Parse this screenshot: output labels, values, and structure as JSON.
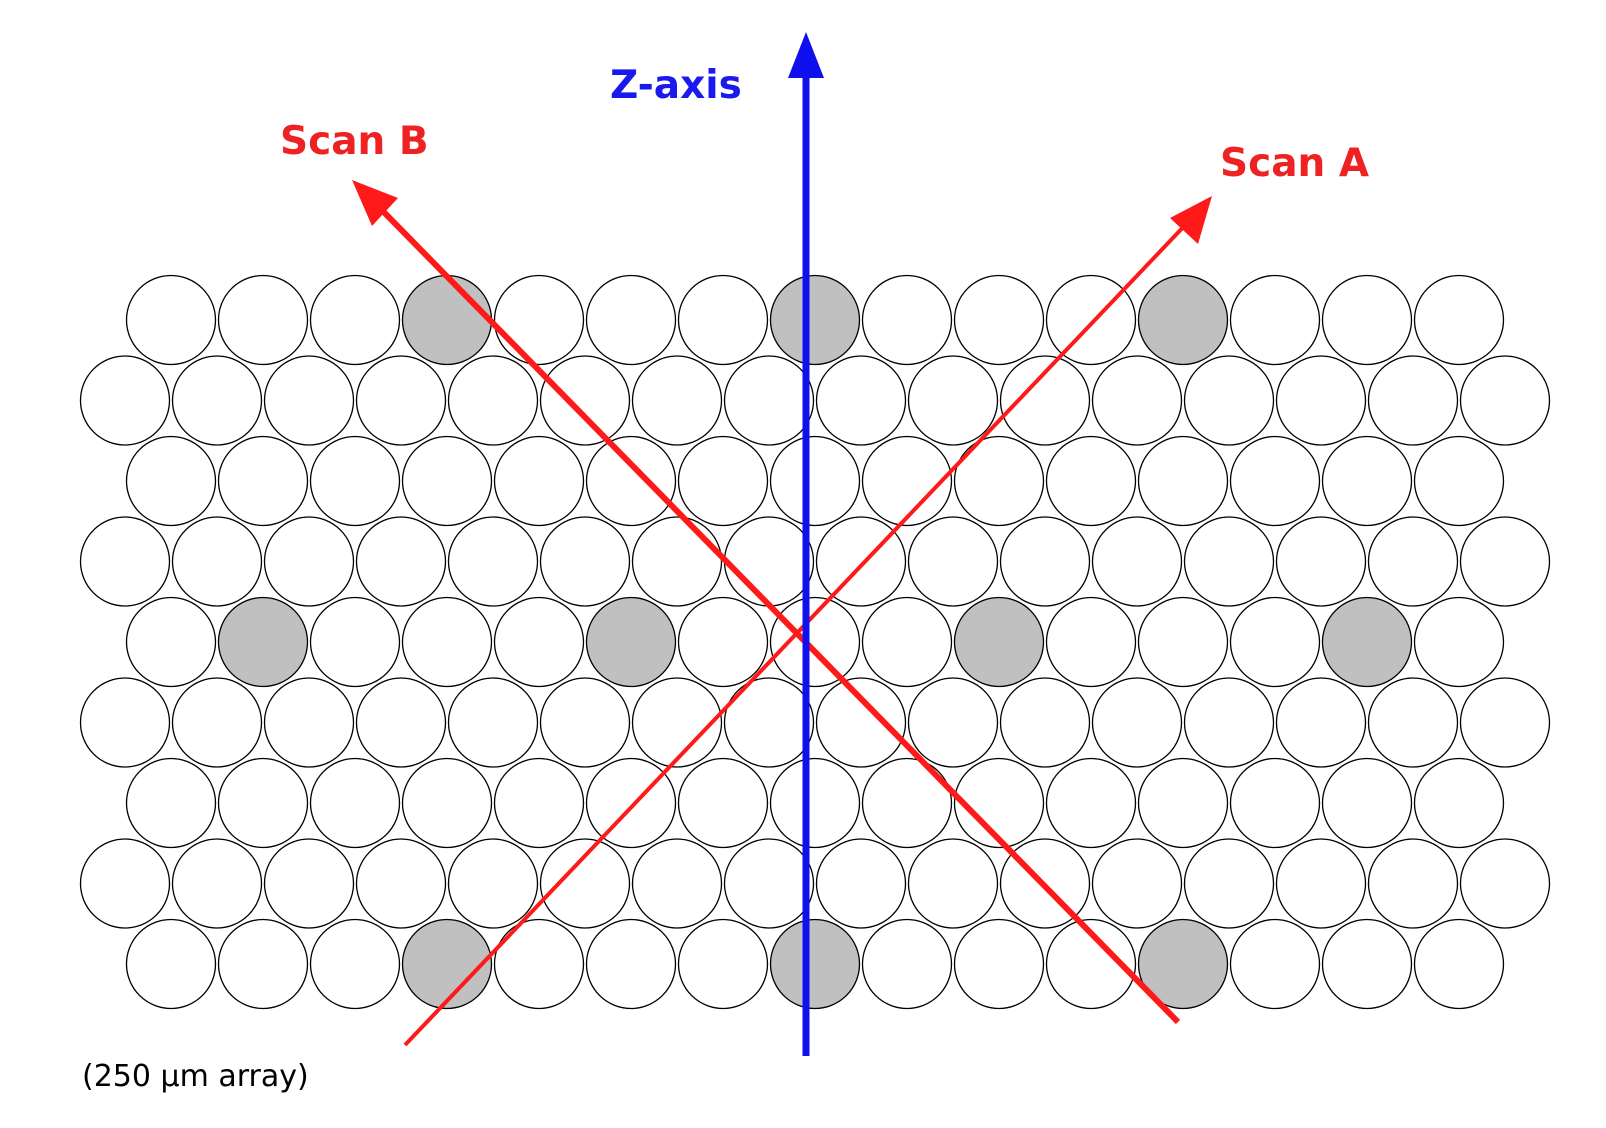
{
  "labels": {
    "z_axis": "Z-axis",
    "scan_a": "Scan A",
    "scan_b": "Scan B",
    "array": "(250 µm array)"
  },
  "grid": {
    "rows": 9,
    "long_rows_columns": 16,
    "short_rows_columns": 15,
    "first_row_type": "short",
    "shaded_cells": [
      {
        "row": 0,
        "col": 3
      },
      {
        "row": 0,
        "col": 7
      },
      {
        "row": 0,
        "col": 11
      },
      {
        "row": 4,
        "col": 1
      },
      {
        "row": 4,
        "col": 5
      },
      {
        "row": 4,
        "col": 9
      },
      {
        "row": 4,
        "col": 13
      },
      {
        "row": 8,
        "col": 3
      },
      {
        "row": 8,
        "col": 7
      },
      {
        "row": 8,
        "col": 11
      }
    ]
  },
  "colors": {
    "circle_fill": "#ffffff",
    "circle_shaded_fill": "#c0c0c0",
    "circle_stroke": "#000000",
    "scan_lines": "#ff1a1a",
    "z_axis": "#1010ee",
    "scan_label": "#ee2222",
    "z_label": "#1a1aee",
    "array_label": "#000000"
  }
}
